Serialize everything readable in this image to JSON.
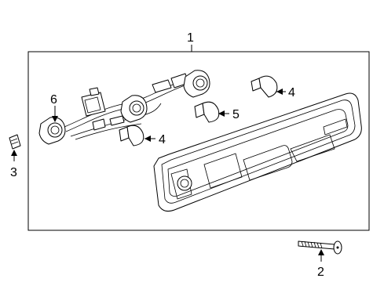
{
  "diagram": {
    "callouts": {
      "lamp_assembly": "1",
      "screw": "2",
      "clip": "3",
      "bulb_upper": "4",
      "bulb_lower": "4",
      "bulb_center": "5",
      "socket_harness": "6"
    }
  }
}
